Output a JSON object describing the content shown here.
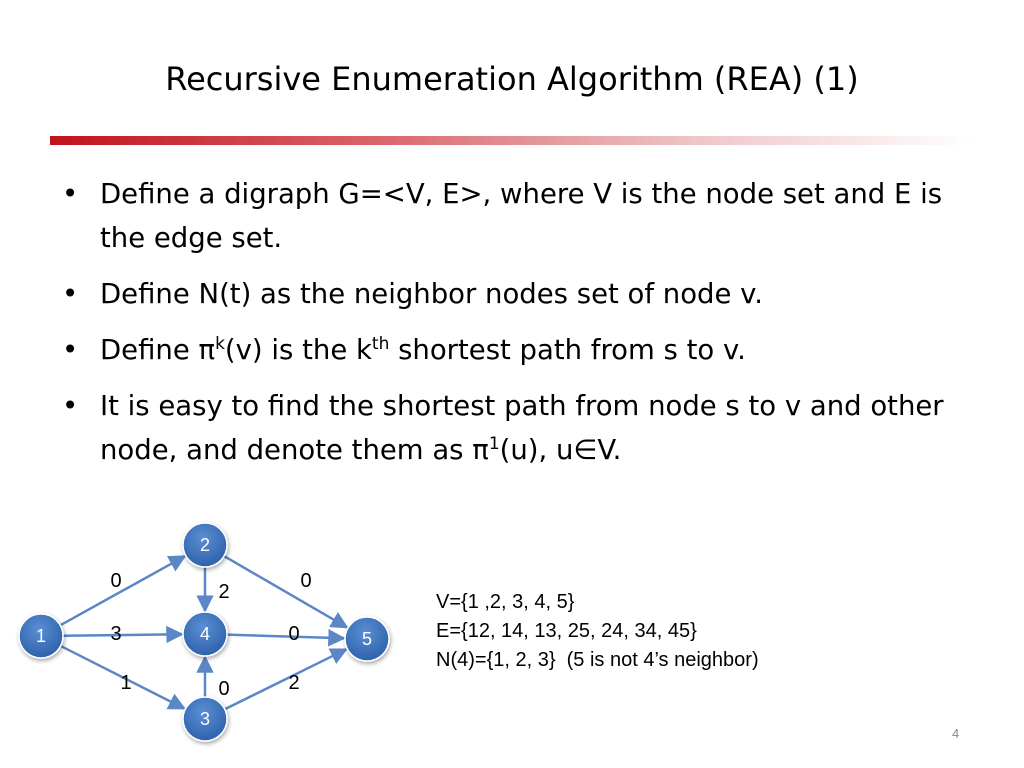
{
  "slide": {
    "title": "Recursive Enumeration Algorithm (REA) (1)",
    "page_number": "4"
  },
  "bullets": [
    {
      "dot": "•",
      "parts": [
        {
          "text": "Define a digraph G=<V, E>, where V is the node set and E is the edge set."
        }
      ]
    },
    {
      "dot": "•",
      "parts": [
        {
          "text": "Define N(t) as the neighbor nodes set of node v."
        }
      ]
    },
    {
      "dot": "•",
      "parts": [
        {
          "text": "Define π"
        },
        {
          "sup": "k"
        },
        {
          "text": "(v) is the k"
        },
        {
          "sup": "th"
        },
        {
          "text": " shortest path from s to v."
        }
      ]
    },
    {
      "dot": "•",
      "parts": [
        {
          "text": "It is easy to find the shortest path from node s to v and other node, and denote them as π"
        },
        {
          "sup": "1"
        },
        {
          "text": "(u), u∈V."
        }
      ]
    }
  ],
  "sets": {
    "V": "V={1 ,2, 3, 4, 5}",
    "E": "E={12, 14, 13, 25, 24, 34, 45}",
    "N": "N(4)={1, 2, 3}  (5 is not 4’s neighbor)"
  },
  "graph": {
    "colors": {
      "node_fill_top": "#5b8fd4",
      "node_fill_bottom": "#2a5ea8",
      "node_text": "#ffffff",
      "edge": "#5b87c6"
    },
    "nodes": [
      {
        "id": "1",
        "label": "1"
      },
      {
        "id": "2",
        "label": "2"
      },
      {
        "id": "3",
        "label": "3"
      },
      {
        "id": "4",
        "label": "4"
      },
      {
        "id": "5",
        "label": "5"
      }
    ],
    "edges": [
      {
        "from": "1",
        "to": "2",
        "weight": "0"
      },
      {
        "from": "1",
        "to": "4",
        "weight": "3"
      },
      {
        "from": "1",
        "to": "3",
        "weight": "1"
      },
      {
        "from": "2",
        "to": "5",
        "weight": "0"
      },
      {
        "from": "2",
        "to": "4",
        "weight": "2"
      },
      {
        "from": "3",
        "to": "4",
        "weight": "0"
      },
      {
        "from": "4",
        "to": "5",
        "weight": "0"
      },
      {
        "from": "3",
        "to": "5",
        "weight": "2"
      }
    ]
  }
}
